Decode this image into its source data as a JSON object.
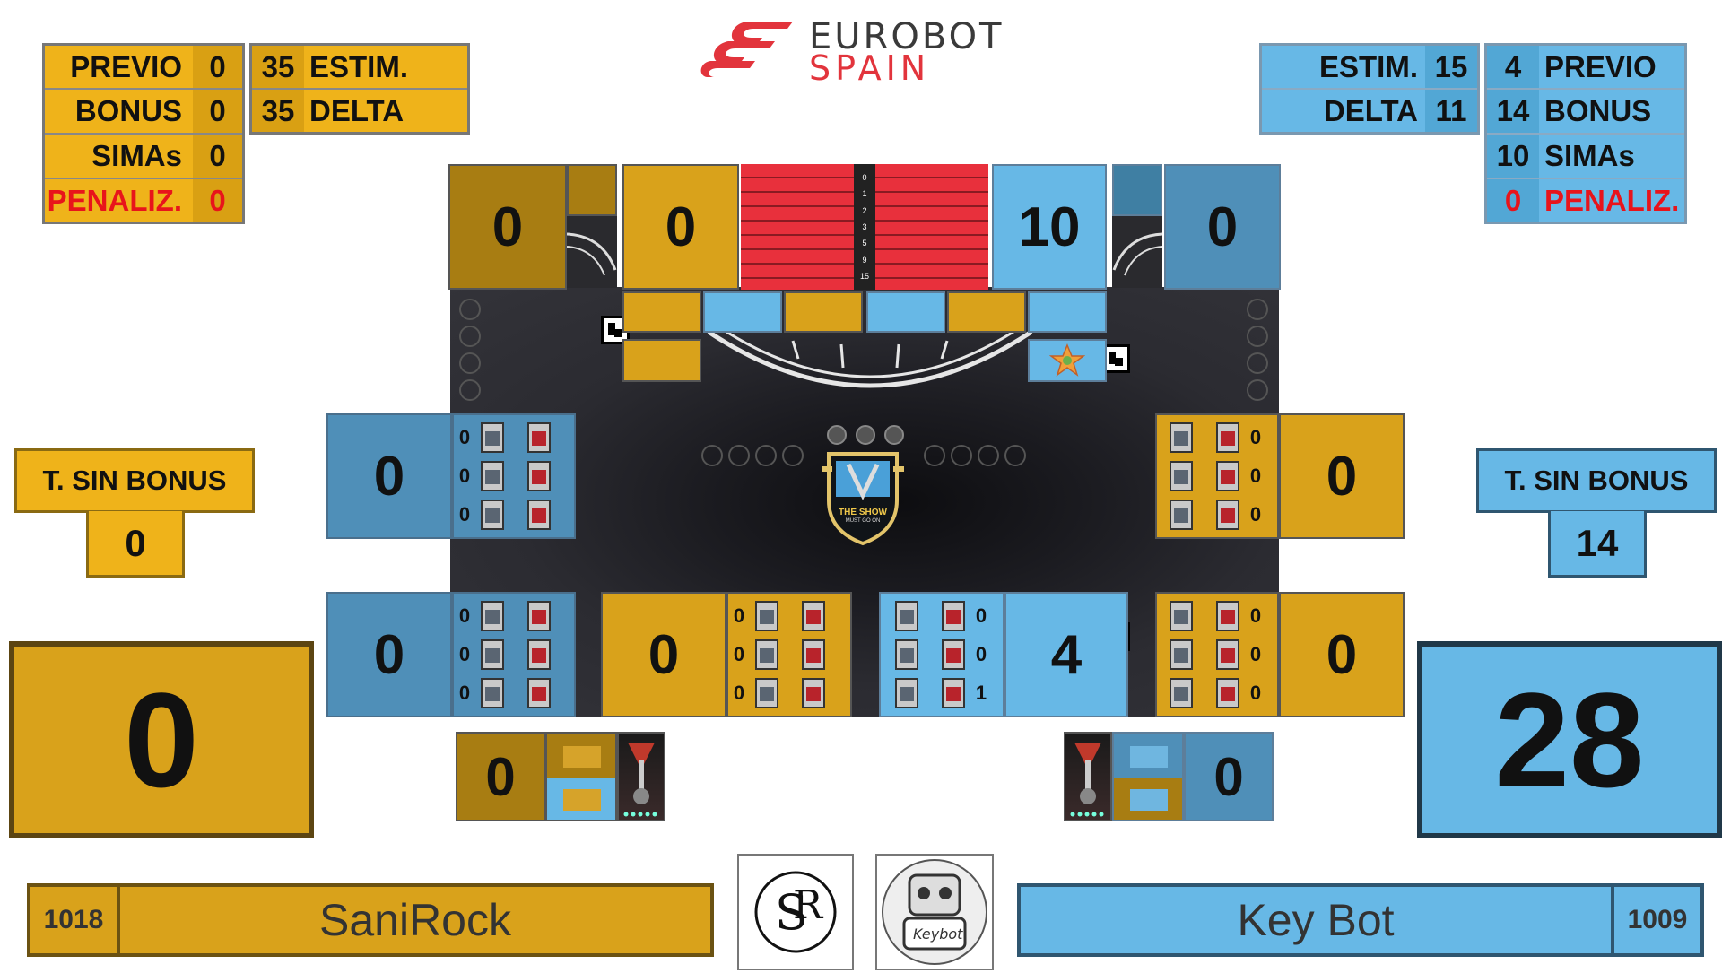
{
  "logo": {
    "line1": "EUROBOT",
    "line2": "SPAIN"
  },
  "colors": {
    "yellow": "#EFB31A",
    "blue": "#67B8E6",
    "red_text": "#E8141B"
  },
  "yellow_team": {
    "name": "SaniRock",
    "id": "1018",
    "total": "0",
    "t_sin_bonus_label": "T. SIN BONUS",
    "t_sin_bonus": "0",
    "stats": [
      {
        "label": "PREVIO",
        "value": "0"
      },
      {
        "label": "BONUS",
        "value": "0"
      },
      {
        "label": "SIMAs",
        "value": "0"
      },
      {
        "label": "PENALIZ.",
        "value": "0"
      }
    ],
    "estim": {
      "label": "ESTIM.",
      "value": "35"
    },
    "delta": {
      "label": "DELTA",
      "value": "35"
    }
  },
  "blue_team": {
    "name": "Key Bot",
    "id": "1009",
    "total": "28",
    "t_sin_bonus_label": "T. SIN BONUS",
    "t_sin_bonus": "14",
    "stats": [
      {
        "label": "PREVIO",
        "value": "4"
      },
      {
        "label": "BONUS",
        "value": "14"
      },
      {
        "label": "SIMAs",
        "value": "10"
      },
      {
        "label": "PENALIZ.",
        "value": "0"
      }
    ],
    "estim": {
      "label": "ESTIM.",
      "value": "15"
    },
    "delta": {
      "label": "DELTA",
      "value": "11"
    }
  },
  "top": {
    "yellow_left": "0",
    "yellow_center": "0",
    "blue_center": "10",
    "blue_right": "0",
    "scale": [
      "0",
      "1",
      "2",
      "3",
      "5",
      "9",
      "15"
    ]
  },
  "zones": {
    "left_upper": {
      "score": "0",
      "counts": [
        "0",
        "0",
        "0"
      ]
    },
    "left_lower": {
      "score": "0",
      "counts": [
        "0",
        "0",
        "0"
      ]
    },
    "mid_yellow": {
      "score": "0",
      "counts": [
        "0",
        "0",
        "0"
      ]
    },
    "mid_blue": {
      "score": "4",
      "counts": [
        "0",
        "0",
        "1"
      ]
    },
    "right_upper": {
      "score": "0",
      "counts": [
        "0",
        "0",
        "0"
      ]
    },
    "right_lower": {
      "score": "0",
      "counts": [
        "0",
        "0",
        "0"
      ]
    }
  },
  "bottom_boxes": {
    "yellow": "0",
    "blue": "0"
  },
  "center_logo": {
    "line1": "THE SHOW",
    "line2": "MUST GO ON"
  }
}
